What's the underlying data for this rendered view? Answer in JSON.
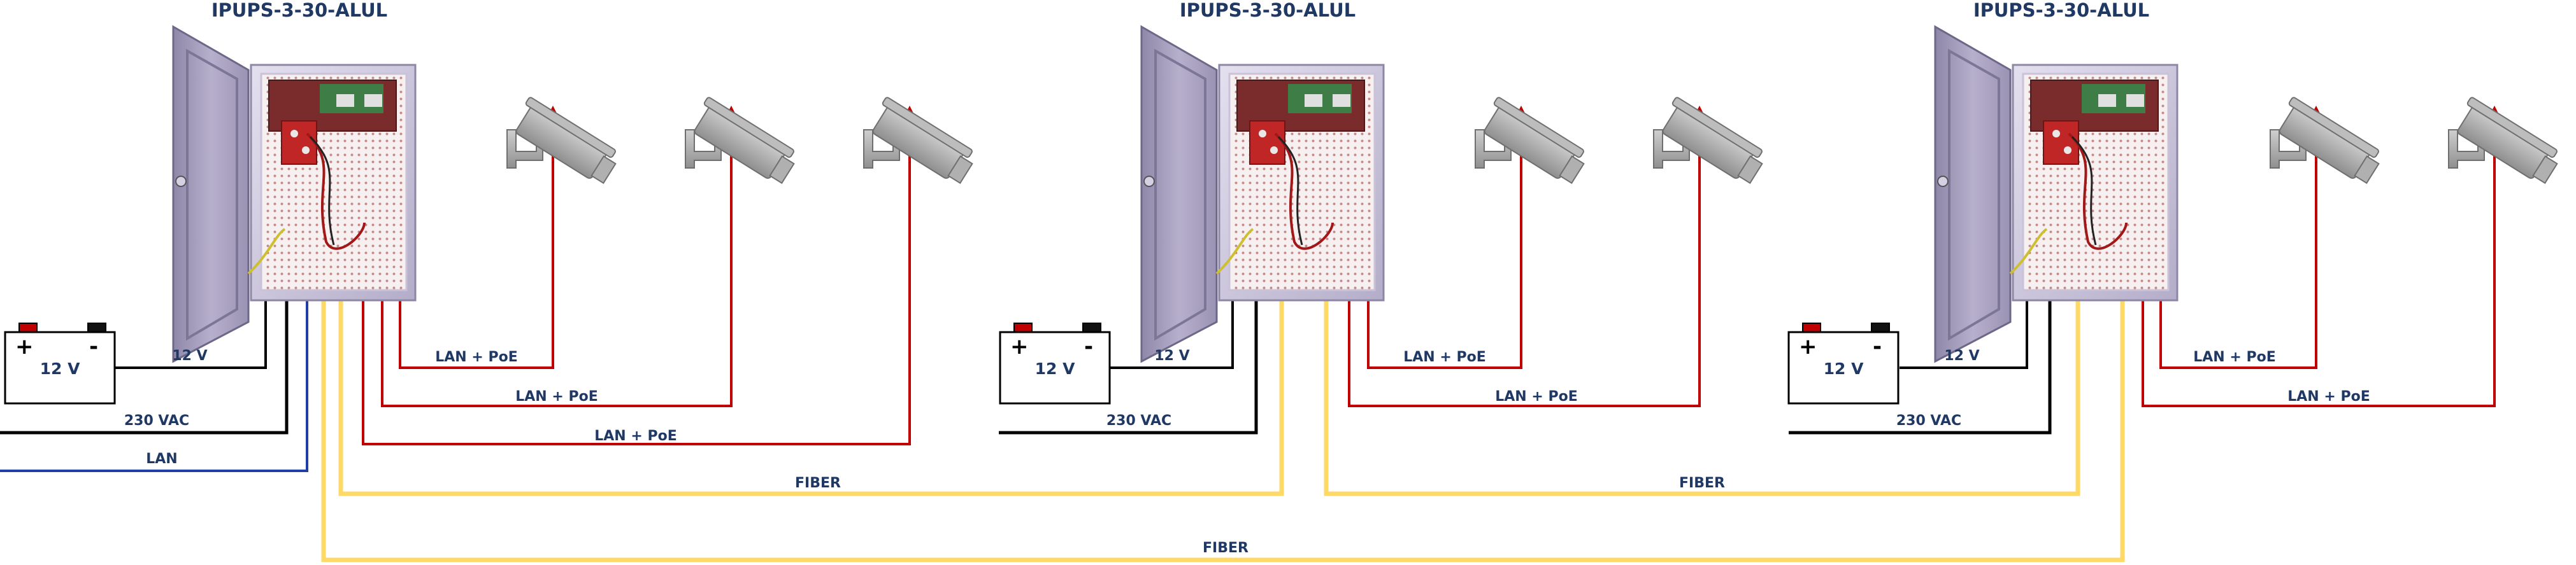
{
  "titles": [
    "IPUPS-3-30-ALUL",
    "IPUPS-3-30-ALUL",
    "IPUPS-3-30-ALUL"
  ],
  "battery": {
    "voltage": "12 V",
    "plus": "+",
    "minus": "-"
  },
  "labels": {
    "dc": "12 V",
    "ac": "230 VAC",
    "lan": "LAN",
    "poe": "LAN + PoE",
    "fiber": "FIBER"
  },
  "colors": {
    "title": "#1f3864",
    "poe_wire": "#c00000",
    "lan_wire": "#1f3fa6",
    "fiber_wire": "#ffd966",
    "black_wire": "#000000",
    "enclosure": "#c8c2d8",
    "camera": "#a6a6a6"
  },
  "icons": [
    "enclosure-icon",
    "camera-icon",
    "battery-icon"
  ]
}
